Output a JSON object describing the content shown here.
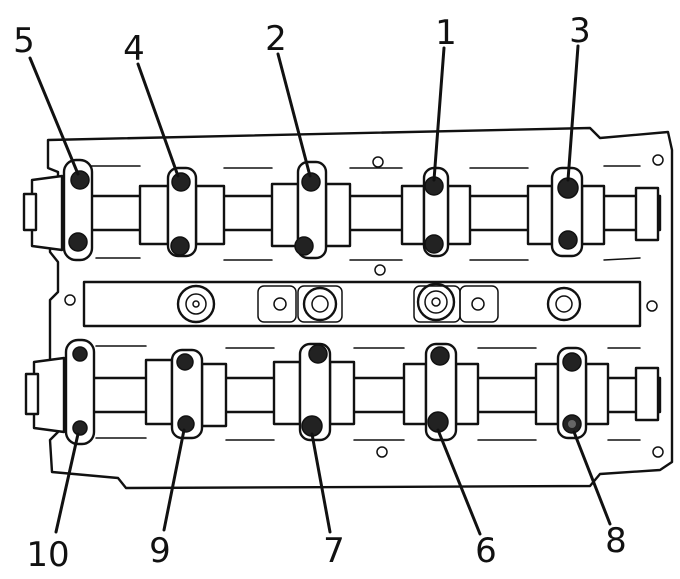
{
  "bolts": [
    {
      "label": "1",
      "row": "upper",
      "cap_index": 4
    },
    {
      "label": "2",
      "row": "upper",
      "cap_index": 3
    },
    {
      "label": "3",
      "row": "upper",
      "cap_index": 5
    },
    {
      "label": "4",
      "row": "upper",
      "cap_index": 2
    },
    {
      "label": "5",
      "row": "upper",
      "cap_index": 1
    },
    {
      "label": "6",
      "row": "lower",
      "cap_index": 4
    },
    {
      "label": "7",
      "row": "lower",
      "cap_index": 3
    },
    {
      "label": "8",
      "row": "lower",
      "cap_index": 5
    },
    {
      "label": "9",
      "row": "lower",
      "cap_index": 2
    },
    {
      "label": "10",
      "row": "lower",
      "cap_index": 1
    }
  ],
  "colors": {
    "ink": "#111111",
    "paper": "#ffffff",
    "bolt": "#222222"
  }
}
